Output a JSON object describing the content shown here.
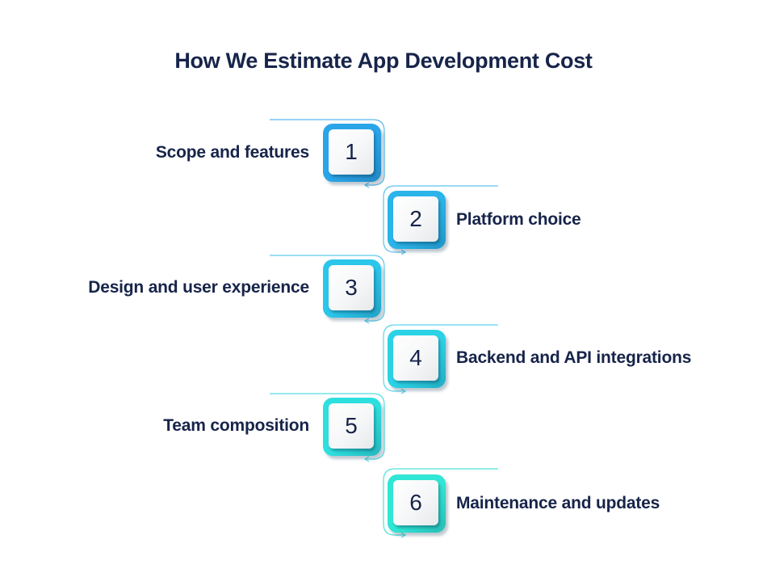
{
  "title": "How We Estimate App Development Cost",
  "steps": [
    {
      "number": "1",
      "label": "Scope and features",
      "color": "#2AA5E8",
      "side": "left"
    },
    {
      "number": "2",
      "label": "Platform choice",
      "color": "#2AB4E9",
      "side": "right"
    },
    {
      "number": "3",
      "label": "Design and user experience",
      "color": "#2BC6EA",
      "side": "left"
    },
    {
      "number": "4",
      "label": "Backend and API integrations",
      "color": "#2BD2E5",
      "side": "right"
    },
    {
      "number": "5",
      "label": "Team composition",
      "color": "#2EDFDF",
      "side": "left"
    },
    {
      "number": "6",
      "label": "Maintenance and updates",
      "color": "#30E6D4",
      "side": "right"
    }
  ],
  "colors": {
    "text": "#17244a",
    "line_blue": "#5CC9EE",
    "line_teal": "#4EE3DC"
  }
}
